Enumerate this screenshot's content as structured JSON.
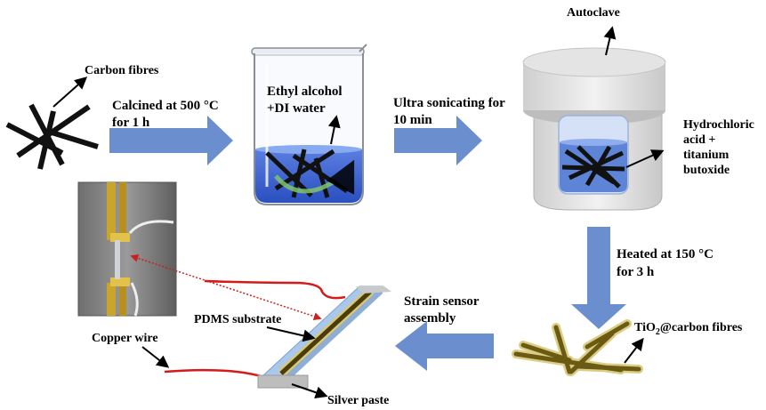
{
  "labels": {
    "carbon_fibres": "Carbon fibres",
    "calcined_line1": "Calcined at 500 °C",
    "calcined_line2": "for 1 h",
    "ethyl_line1": "Ethyl alcohol",
    "ethyl_line2": "+DI water",
    "ultra_line1": "Ultra sonicating for",
    "ultra_line2": "10 min",
    "autoclave": "Autoclave",
    "hcl_line1": "Hydrochloric",
    "hcl_line2": "acid +",
    "hcl_line3": "titanium",
    "hcl_line4": "butoxide",
    "heated_line1": "Heated at 150 °C",
    "heated_line2": "for 3 h",
    "tio2_prefix": "TiO",
    "tio2_subscript": "2",
    "tio2_suffix": "@carbon fibres",
    "strain_line1": "Strain sensor",
    "strain_line2": "assembly",
    "pdms": "PDMS substrate",
    "copper": "Copper wire",
    "silver": "Silver paste"
  },
  "colors": {
    "process_arrow": "#6b8fce",
    "fibre": "#111111",
    "fibre_coated": "#6b5a12",
    "fibre_glow": "#d8c878",
    "solution": "#3a5fcb",
    "solution_light": "#88aaf0",
    "wire": "#d41a1a",
    "substrate": "#a9c8ec",
    "silver_paste": "#bdbdbd",
    "dotted_link": "#cc1f1f"
  }
}
